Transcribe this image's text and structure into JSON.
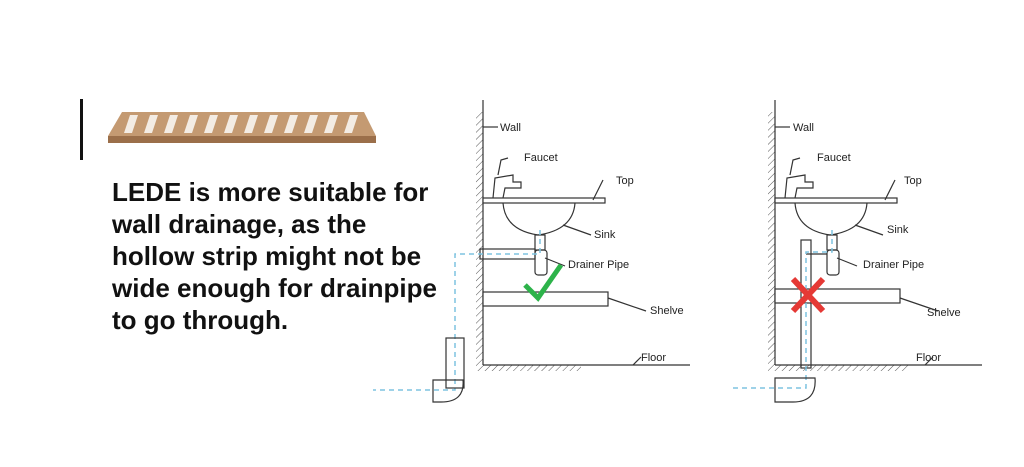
{
  "headline": "LEDE is more suitable for wall drainage, as the hollow strip might not be wide enough for drainpipe to go through.",
  "diagrams": [
    {
      "verdict": "check",
      "verdict_color": "#2db34a",
      "labels": {
        "wall": "Wall",
        "faucet": "Faucet",
        "top": "Top",
        "sink": "Sink",
        "drainer": "Drainer Pipe",
        "shelve": "Shelve",
        "floor": "Floor"
      }
    },
    {
      "verdict": "cross",
      "verdict_color": "#e53935",
      "labels": {
        "wall": "Wall",
        "faucet": "Faucet",
        "top": "Top",
        "sink": "Sink",
        "drainer": "Drainer Pipe",
        "shelve": "Shelve",
        "floor": "Floor"
      }
    }
  ],
  "colors": {
    "wood": "#b98a62",
    "water": "#7fc4e0",
    "line": "#333333"
  }
}
